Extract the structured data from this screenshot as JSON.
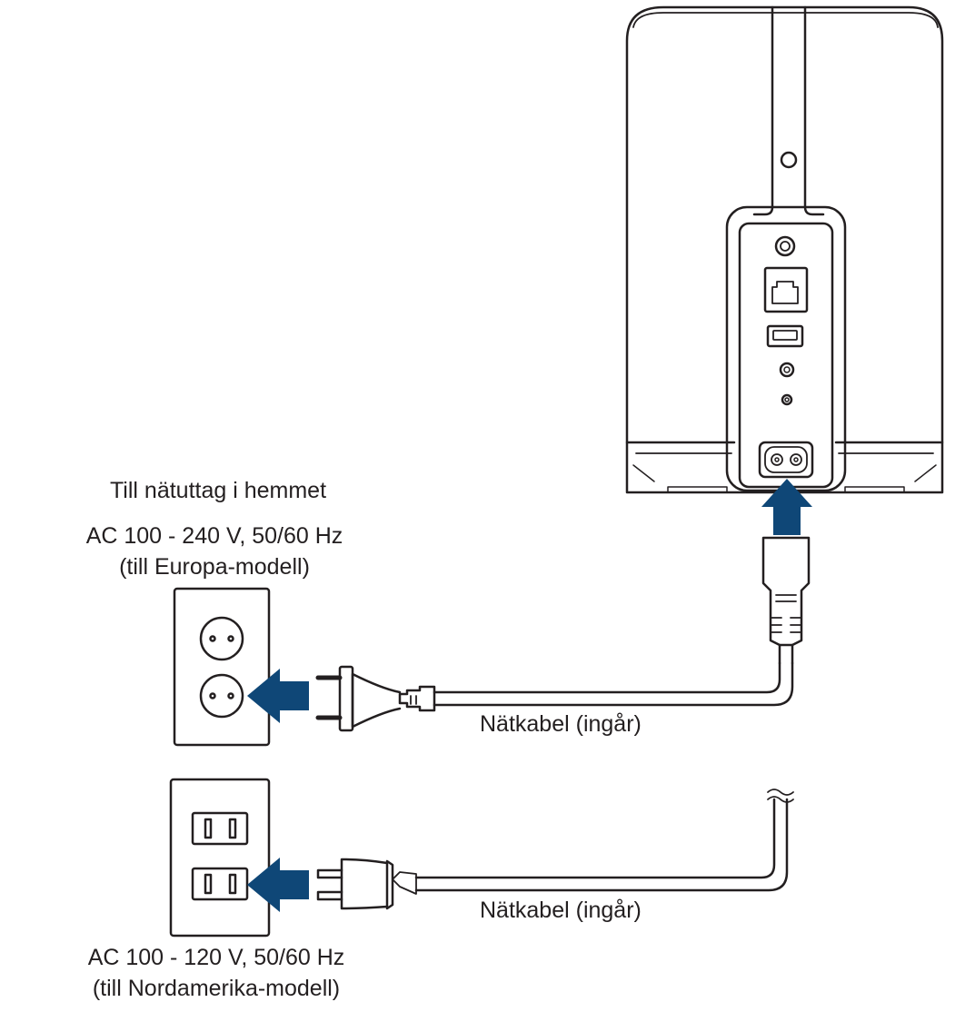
{
  "labels": {
    "to_outlet": "Till nätuttag i hemmet",
    "eu_voltage": "AC 100 - 240 V, 50/60 Hz",
    "eu_model": "(till Europa-modell)",
    "na_voltage": "AC 100 - 120 V, 50/60 Hz",
    "na_model": "(till Nordamerika-modell)",
    "cable_eu": "Nätkabel (ingår)",
    "cable_na": "Nätkabel (ingår)"
  },
  "colors": {
    "line": "#231f20",
    "arrow": "#0f4777",
    "background": "#ffffff"
  },
  "icons": {
    "eu_outlet": "eu-wall-outlet-icon",
    "na_outlet": "na-wall-outlet-icon",
    "speaker": "speaker-rear-panel",
    "arrow": "connection-arrow-icon"
  }
}
